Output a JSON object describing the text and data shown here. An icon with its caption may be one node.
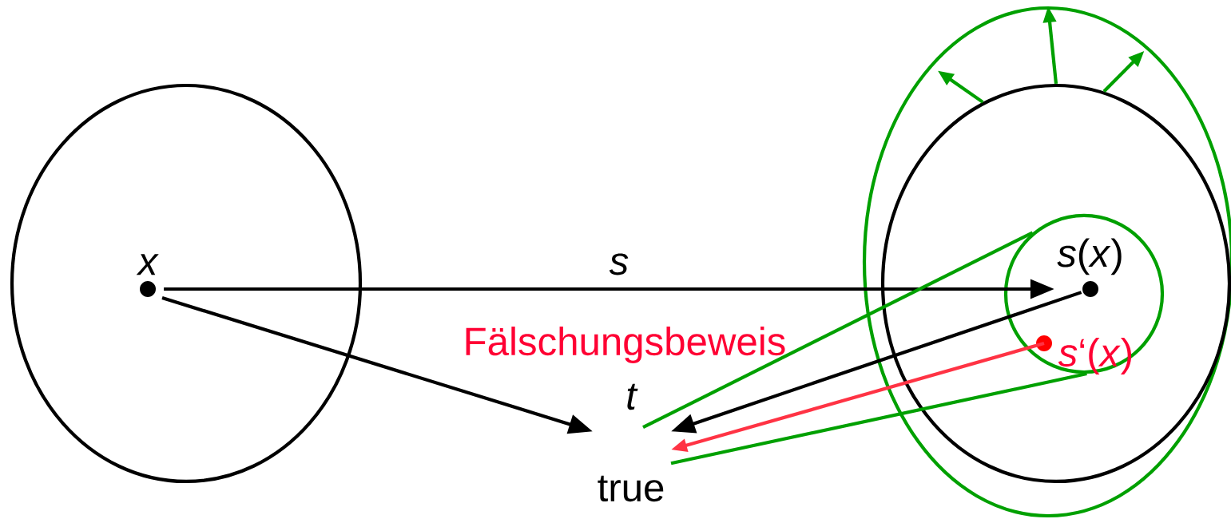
{
  "diagram": {
    "nodes": [
      {
        "text": [],
        "shape": "ellipse"
      },
      {
        "text": [
          "x"
        ],
        "in": 0
      },
      {
        "text": [
          "true"
        ]
      },
      {
        "text": [],
        "shape": "ellipse"
      },
      {
        "text": [],
        "shape": "ellipse",
        "in": 3
      },
      {
        "text": [],
        "shape": "circle",
        "in": 4
      },
      {
        "text": [
          "*s*(*x*)"
        ],
        "in": 5
      },
      {
        "text": [
          "*s*‘(*x*)"
        ],
        "in": 5
      }
    ],
    "edges": [
      {
        "from": 1,
        "to": 6,
        "arrow": "to",
        "label": "s",
        "color": "#000000"
      },
      {
        "from": 1,
        "to": 2,
        "arrow": "to",
        "color": "#000000"
      },
      {
        "from": 6,
        "to": 2,
        "arrow": "to",
        "color": "#000000"
      },
      {
        "from": 7,
        "to": 2,
        "arrow": "to",
        "color": "#ff3344"
      },
      {
        "from": 5,
        "to": 2,
        "arrow": "none",
        "color": "#00a000"
      },
      {
        "from": 5,
        "to": 2,
        "arrow": "none",
        "color": "#00a000"
      },
      {
        "from": 4,
        "to": 3,
        "arrow": "to",
        "color": "#00a000"
      },
      {
        "from": 4,
        "to": 3,
        "arrow": "to",
        "color": "#00a000"
      },
      {
        "from": 4,
        "to": 3,
        "arrow": "to",
        "color": "#00a000"
      }
    ],
    "labels": [
      "Fälschungsbeweis",
      "t"
    ]
  }
}
